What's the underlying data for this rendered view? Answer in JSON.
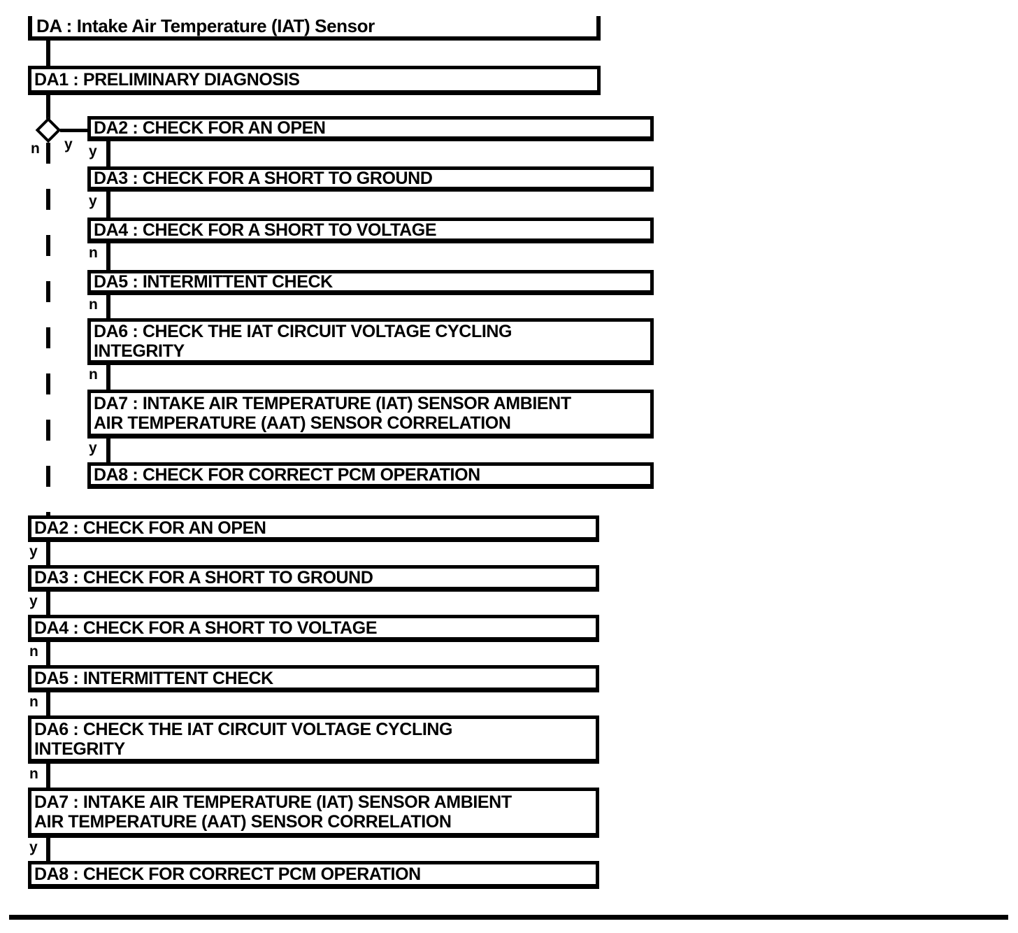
{
  "page": {
    "background_color": "#ffffff",
    "line_color": "#000000"
  },
  "flowchart": {
    "root": {
      "label": "DA : Intake Air Temperature (IAT) Sensor"
    },
    "step1": {
      "label": "DA1 : PRELIMINARY DIAGNOSIS"
    },
    "decision": {
      "yes_label": "y",
      "no_label": "n"
    },
    "yes_branch": {
      "nodes": [
        {
          "id": "DA2",
          "label": "DA2 : CHECK FOR AN OPEN",
          "result": "y"
        },
        {
          "id": "DA3",
          "label": "DA3 : CHECK FOR A SHORT TO GROUND",
          "result": "y"
        },
        {
          "id": "DA4",
          "label": "DA4 : CHECK FOR A SHORT TO VOLTAGE",
          "result": "n"
        },
        {
          "id": "DA5",
          "label": "DA5 : INTERMITTENT CHECK",
          "result": "n"
        },
        {
          "id": "DA6",
          "label": "DA6 : CHECK THE IAT CIRCUIT VOLTAGE CYCLING\nINTEGRITY",
          "result": "n"
        },
        {
          "id": "DA7",
          "label": "DA7 : INTAKE AIR TEMPERATURE (IAT) SENSOR AMBIENT\nAIR TEMPERATURE (AAT) SENSOR CORRELATION",
          "result": "y"
        },
        {
          "id": "DA8",
          "label": "DA8 : CHECK FOR CORRECT PCM OPERATION"
        }
      ]
    },
    "no_branch": {
      "nodes": [
        {
          "id": "DA2",
          "label": "DA2 : CHECK FOR AN OPEN",
          "result": "y"
        },
        {
          "id": "DA3",
          "label": "DA3 : CHECK FOR A SHORT TO GROUND",
          "result": "y"
        },
        {
          "id": "DA4",
          "label": "DA4 : CHECK FOR A SHORT TO VOLTAGE",
          "result": "n"
        },
        {
          "id": "DA5",
          "label": "DA5 : INTERMITTENT CHECK",
          "result": "n"
        },
        {
          "id": "DA6",
          "label": "DA6 : CHECK THE IAT CIRCUIT VOLTAGE CYCLING\nINTEGRITY",
          "result": "n"
        },
        {
          "id": "DA7",
          "label": "DA7 : INTAKE AIR TEMPERATURE (IAT) SENSOR AMBIENT\nAIR TEMPERATURE (AAT) SENSOR CORRELATION",
          "result": "y"
        },
        {
          "id": "DA8",
          "label": "DA8 : CHECK FOR CORRECT PCM OPERATION"
        }
      ]
    }
  }
}
